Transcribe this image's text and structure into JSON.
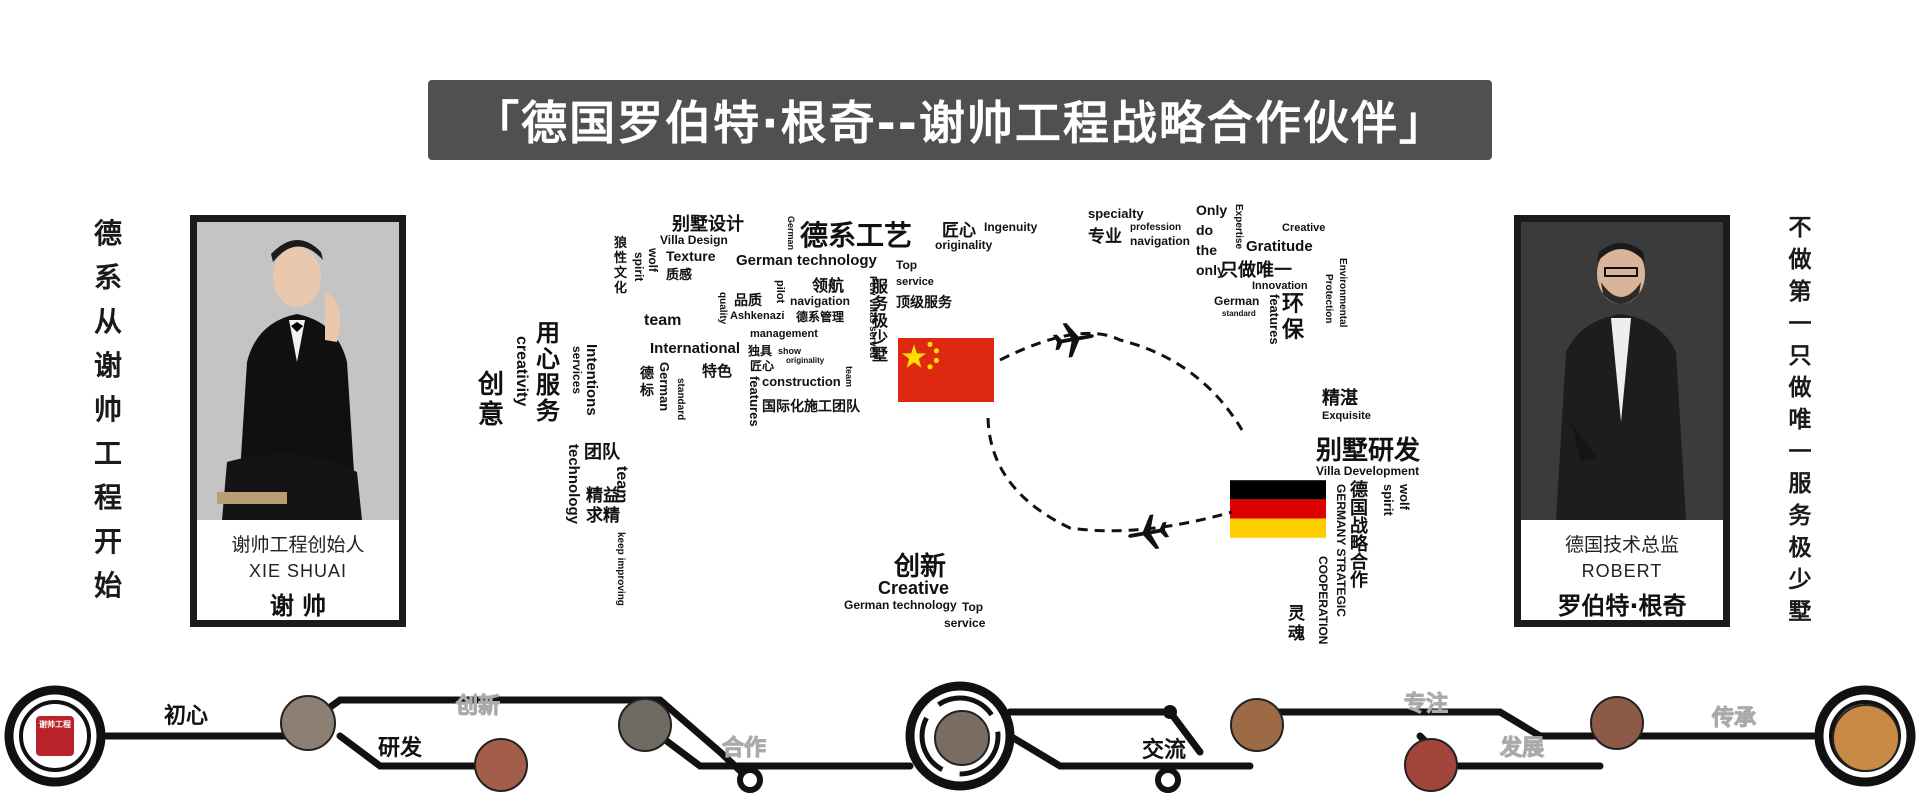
{
  "banner": {
    "title": "「德国罗伯特·根奇--谢帅工程战略合作伙伴」"
  },
  "left_vertical": [
    "德",
    "系",
    "从",
    "谢",
    "帅",
    "工",
    "程",
    "开",
    "始"
  ],
  "right_vertical": [
    "不",
    "做",
    "第",
    "一",
    "只",
    "做",
    "唯",
    "一",
    "服",
    "务",
    "极",
    "少",
    "墅"
  ],
  "left_person": {
    "role": "谢帅工程创始人",
    "name_en": "XIE SHUAI",
    "name_cn": "谢 帅"
  },
  "right_person": {
    "role": "德国技术总监",
    "name_en": "ROBERT",
    "name_cn": "罗伯特·根奇"
  },
  "words": {
    "bieshu": "别墅设计",
    "villa_design": "Villa Design",
    "texture": "Texture",
    "zhigan": "质感",
    "deixi": "德系工艺",
    "german": "German",
    "jiangxin": "匠心",
    "ingenuity": "Ingenuity",
    "originality": "originality",
    "german_tech": "German technology",
    "top": "Top",
    "service": "service",
    "dingji": "顶级服务",
    "wolf": "wolf",
    "spirit": "spirit",
    "langxing": "狼性文化",
    "lingh": "领航",
    "pinzhi": "品质",
    "navigation": "navigation",
    "quality": "quality",
    "pilot": "pilot",
    "ashkenazi": "Ashkenazi",
    "dexi_guanli": "德系管理",
    "management": "management",
    "few_villas": "Few villas served",
    "fuwu_jishao": "服务极少墅",
    "team": "team",
    "international": "International",
    "tese": "特色",
    "dujv": "独具",
    "show": "show",
    "originality_s": "originality",
    "jiangxin2": "匠心",
    "construction": "construction",
    "team_s": "team",
    "guoji": "国际化施工团队",
    "debiao": "德标",
    "german2": "German",
    "standard": "standard",
    "features": "features",
    "yongxin": "用心服务",
    "creativity": "creativity",
    "chuangyi": "创意",
    "intentions": "Intentions",
    "services": "services",
    "tuandui": "团队",
    "team2": "team",
    "technology": "technology",
    "jingyi": "精益求精",
    "keep": "keep improving",
    "chuangxin": "创新",
    "creative": "Creative",
    "german_tech2": "German technology",
    "top2": "Top",
    "service2": "service",
    "specialty": "specialty",
    "zhuanye": "专业",
    "profession": "profession",
    "navigation2": "navigation",
    "only": "Only",
    "do": "do",
    "the": "the",
    "only2": "only",
    "zhizuo": "只做唯一",
    "expertise": "Expertise",
    "gratitude": "Gratitude",
    "creative2": "Creative",
    "innovation": "Innovation",
    "environmental": "Environmental",
    "protection": "Protection",
    "huanbao": "环保",
    "german3": "German",
    "standard2": "standard",
    "features2": "features",
    "jingzhan": "精湛",
    "exquisite": "Exquisite",
    "bieshu_yanfa": "别墅研发",
    "villa_dev": "Villa Development",
    "wolf2": "wolf",
    "spirit2": "spirit",
    "deguo": "德国战略合作",
    "german_strategic": "GERMANY STRATEGIC",
    "cooperation": "COOPERATION",
    "linghun": "灵魂"
  },
  "timeline": {
    "labels": {
      "chuxin": "初心",
      "yanfa": "研发",
      "jiaoliu": "交流"
    },
    "ghosts": {
      "chuangxin": "创新",
      "hezuo": "合作",
      "zhuanzhu": "专注",
      "chuangxin2": "传承",
      "fazhan": "发展"
    },
    "badge": "谢帅工程"
  },
  "colors": {
    "banner_bg": "#505050",
    "china_red": "#de2910",
    "china_yellow": "#ffde00",
    "germany_black": "#000000",
    "germany_red": "#dd0000",
    "germany_gold": "#ffce00",
    "ink": "#111111"
  }
}
